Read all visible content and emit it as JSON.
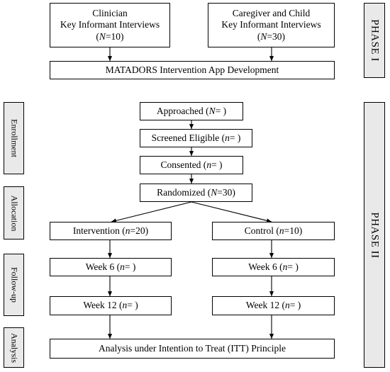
{
  "phase1": {
    "label": "PHASE I",
    "clinician": {
      "line1": "Clinician",
      "line2": "Key Informant Interviews",
      "n_pre": "(",
      "n_var": "N",
      "n_post": "=10)"
    },
    "caregiver": {
      "line1": "Caregiver and Child",
      "line2": "Key Informant Interviews",
      "n_pre": "(",
      "n_var": "N",
      "n_post": "=30)"
    },
    "development": "MATADORS Intervention App Development"
  },
  "phase2": {
    "label": "PHASE II",
    "stages": {
      "enrollment": "Enrollment",
      "allocation": "Allocation",
      "followup": "Follow-up",
      "analysis": "Analysis"
    },
    "approached": {
      "text": "Approached (",
      "var": "N",
      "post": "= )"
    },
    "screened": {
      "text": "Screened Eligible (",
      "var": "n",
      "post": "= )"
    },
    "consented": {
      "text": "Consented (",
      "var": "n",
      "post": "= )"
    },
    "randomized": {
      "text": "Randomized (",
      "var": "N",
      "post": "=30)"
    },
    "intervention": {
      "text": "Intervention (",
      "var": "n",
      "post": "=20)"
    },
    "control": {
      "text": "Control (",
      "var": "n",
      "post": "=10)"
    },
    "week6_intervention": {
      "text": "Week 6 (",
      "var": "n",
      "post": "= )"
    },
    "week6_control": {
      "text": "Week 6 (",
      "var": "n",
      "post": "= )"
    },
    "week12_intervention": {
      "text": "Week 12 (",
      "var": "n",
      "post": "= )"
    },
    "week12_control": {
      "text": "Week 12 (",
      "var": "n",
      "post": "= )"
    },
    "analysis_box": "Analysis under Intention to Treat (ITT) Principle"
  }
}
